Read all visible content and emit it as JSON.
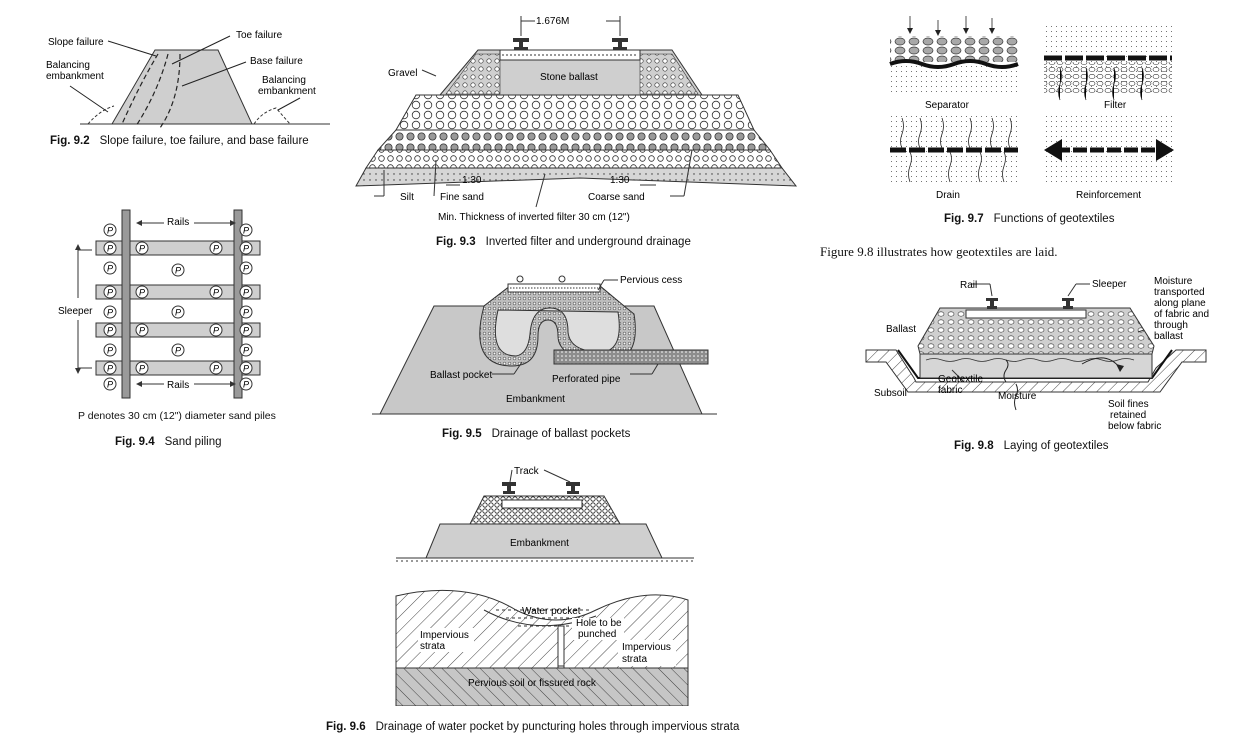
{
  "fig92": {
    "labels": {
      "slope": "Slope failure",
      "toe": "Toe failure",
      "base": "Base failure",
      "bal_left_1": "Balancing",
      "bal_left_2": "embankment",
      "bal_right_1": "Balancing",
      "bal_right_2": "embankment"
    },
    "caption_num": "Fig. 9.2",
    "caption_text": "Slope failure, toe failure, and base failure"
  },
  "fig93": {
    "labels": {
      "gauge": "1.676M",
      "gravel": "Gravel",
      "stone_ballast": "Stone ballast",
      "slope_left": "1:30",
      "slope_right": "1:30",
      "silt": "Silt",
      "fine_sand": "Fine sand",
      "coarse_sand": "Coarse sand",
      "min_thickness": "Min. Thickness of inverted filter 30 cm (12\")"
    },
    "caption_num": "Fig. 9.3",
    "caption_text": "Inverted filter and underground drainage"
  },
  "fig94": {
    "labels": {
      "rails_top": "Rails",
      "rails_bottom": "Rails",
      "sleeper": "Sleeper",
      "pile_mark": "P",
      "note": "P denotes 30 cm (12\") diameter sand piles"
    },
    "caption_num": "Fig. 9.4",
    "caption_text": "Sand piling"
  },
  "fig95": {
    "labels": {
      "pervious_cess": "Pervious cess",
      "ballast_pocket": "Ballast pocket",
      "perforated_pipe": "Perforated pipe",
      "embankment": "Embankment"
    },
    "caption_num": "Fig. 9.5",
    "caption_text": "Drainage of ballast pockets"
  },
  "fig96": {
    "labels": {
      "track": "Track",
      "embankment": "Embankment",
      "water_pocket": "Water pocket",
      "hole_1": "Hole to be",
      "hole_2": "punched",
      "imp_left_1": "Impervious",
      "imp_left_2": "strata",
      "imp_right_1": "Impervious",
      "imp_right_2": "strata",
      "pervious": "Pervious soil or fissured rock"
    },
    "caption_num": "Fig. 9.6",
    "caption_text": "Drainage of water pocket by puncturing holes through impervious strata"
  },
  "fig97": {
    "labels": {
      "separator": "Separator",
      "filter": "Filter",
      "drain": "Drain",
      "reinforcement": "Reinforcement"
    },
    "caption_num": "Fig. 9.7",
    "caption_text": "Functions of geotextiles"
  },
  "para98": "Figure 9.8 illustrates how geotextiles are laid.",
  "fig98": {
    "labels": {
      "rail": "Rail",
      "sleeper": "Sleeper",
      "ballast": "Ballast",
      "moisture_1": "Moisture",
      "moisture_2": "transported",
      "moisture_3": "along plane",
      "moisture_4": "of fabric and",
      "moisture_5": "through",
      "moisture_6": "ballast",
      "subsoil": "Subsoil",
      "geo_1": "Geotextile",
      "geo_2": "fabric",
      "moisture": "Moisture",
      "fines_1": "Soil fines",
      "fines_2": "retained",
      "fines_3": "below fabric"
    },
    "caption_num": "Fig. 9.8",
    "caption_text": "Laying of geotextiles"
  }
}
